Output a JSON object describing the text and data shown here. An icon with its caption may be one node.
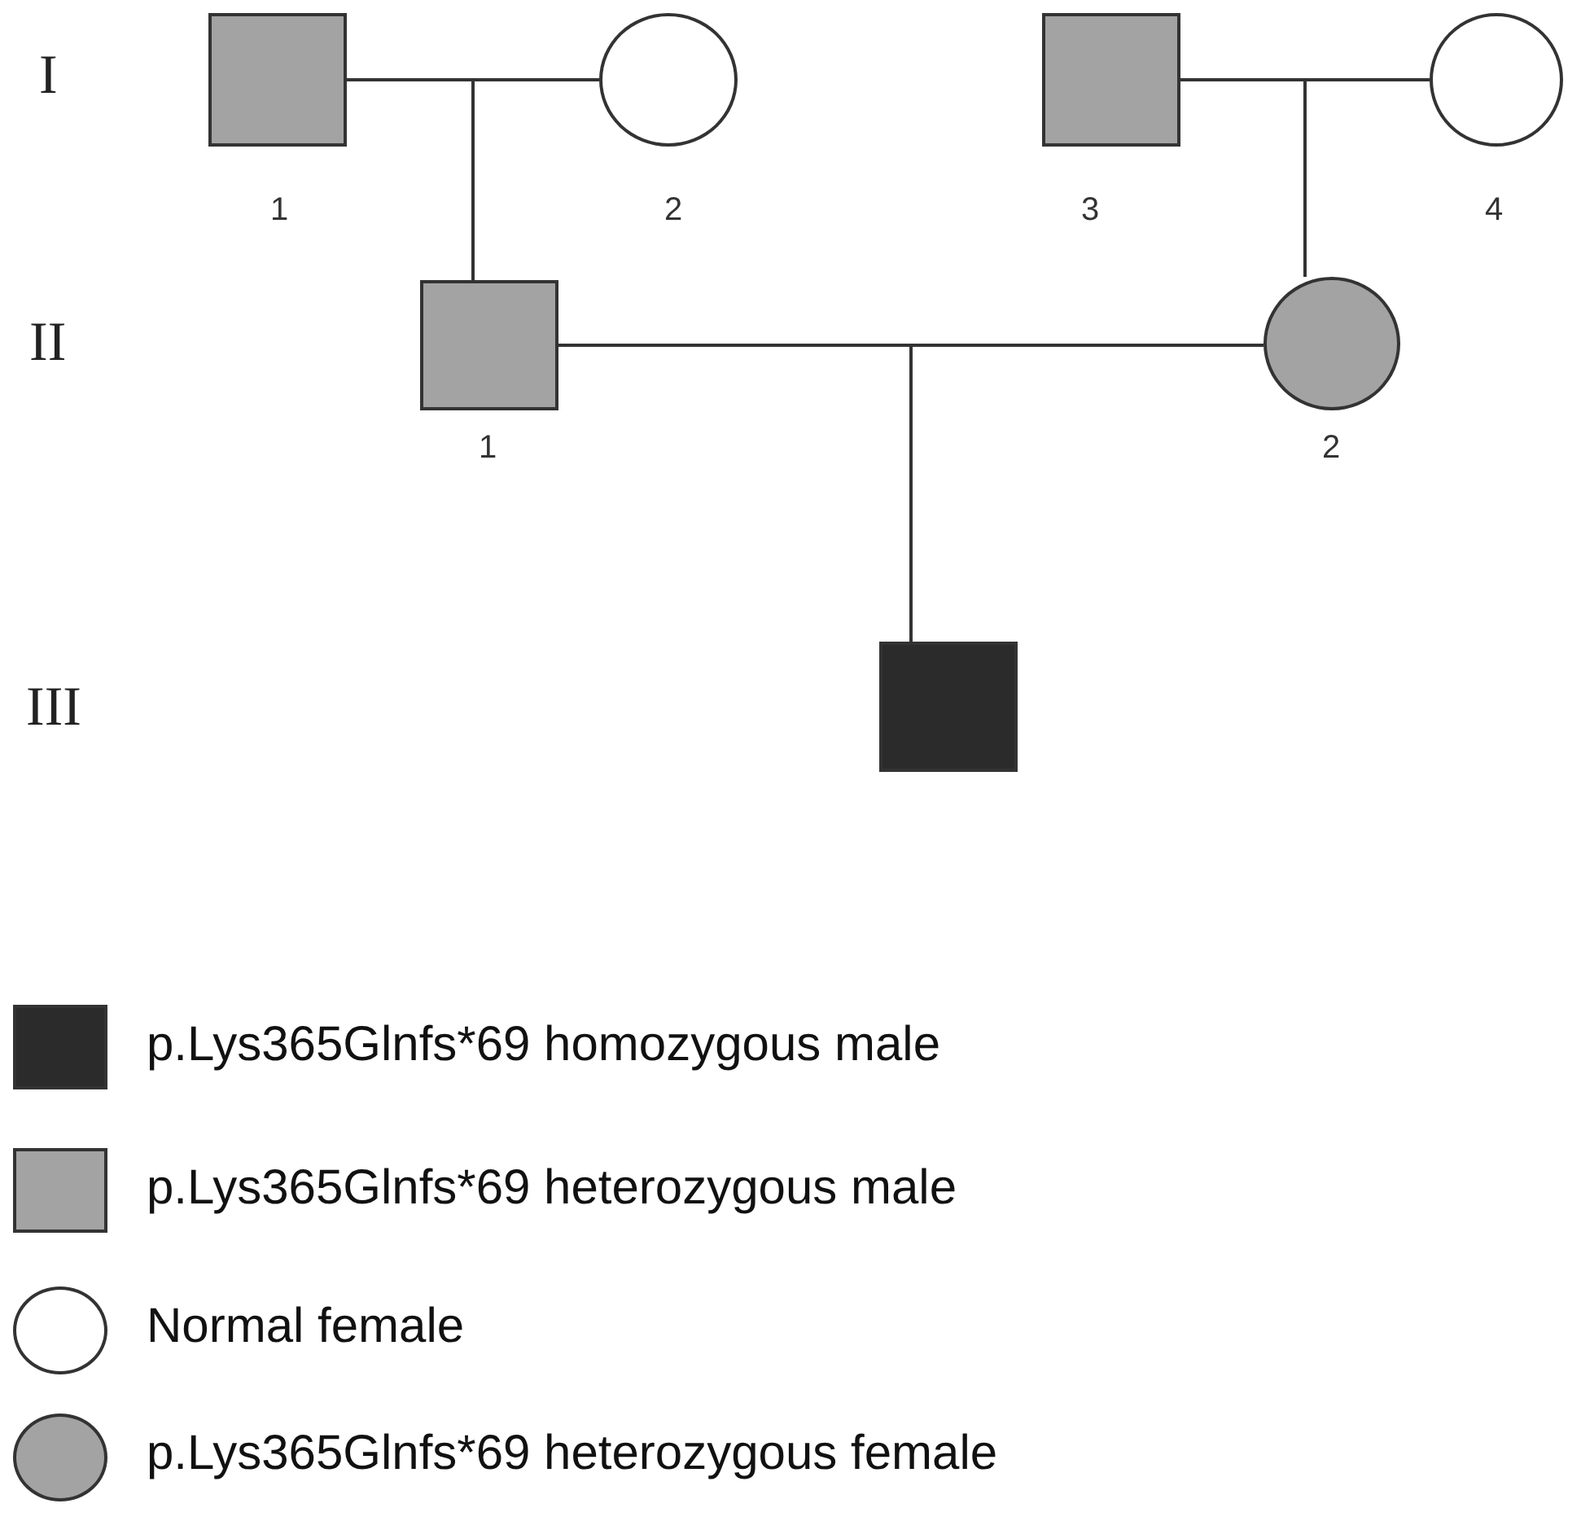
{
  "diagram": {
    "nodes": [
      {
        "text": [],
        "shape": "box",
        "beside": [
          "1"
        ]
      },
      {
        "text": [],
        "shape": "circle",
        "beside": [
          "2"
        ]
      },
      {
        "text": [],
        "shape": "box",
        "beside": [
          "3"
        ]
      },
      {
        "text": [],
        "shape": "circle",
        "beside": [
          "4"
        ]
      },
      {
        "text": [],
        "shape": "box",
        "beside": [
          "1"
        ]
      },
      {
        "text": [],
        "shape": "circle",
        "beside": [
          "2"
        ]
      },
      {
        "text": [],
        "shape": "box"
      }
    ],
    "edges": [
      {
        "from": 0,
        "to": 1,
        "arrow": "none"
      },
      {
        "from": 0,
        "to": 4,
        "arrow": "none"
      },
      {
        "from": 1,
        "to": 4,
        "arrow": "none"
      },
      {
        "from": 2,
        "to": 3,
        "arrow": "none"
      },
      {
        "from": 2,
        "to": 5,
        "arrow": "none"
      },
      {
        "from": 3,
        "to": 5,
        "arrow": "none"
      },
      {
        "from": 4,
        "to": 5,
        "arrow": "none"
      },
      {
        "from": 4,
        "to": 6,
        "arrow": "none"
      },
      {
        "from": 5,
        "to": 6,
        "arrow": "none"
      }
    ],
    "labels": [
      "I",
      "II",
      "III"
    ],
    "legend": [
      {
        "text": "p.Lys365Glnfs*69 homozygous male"
      },
      {
        "text": "p.Lys365Glnfs*69 heterozygous male"
      },
      {
        "text": "Normal female"
      },
      {
        "text": "p.Lys365Glnfs*69 heterozygous female"
      }
    ]
  }
}
